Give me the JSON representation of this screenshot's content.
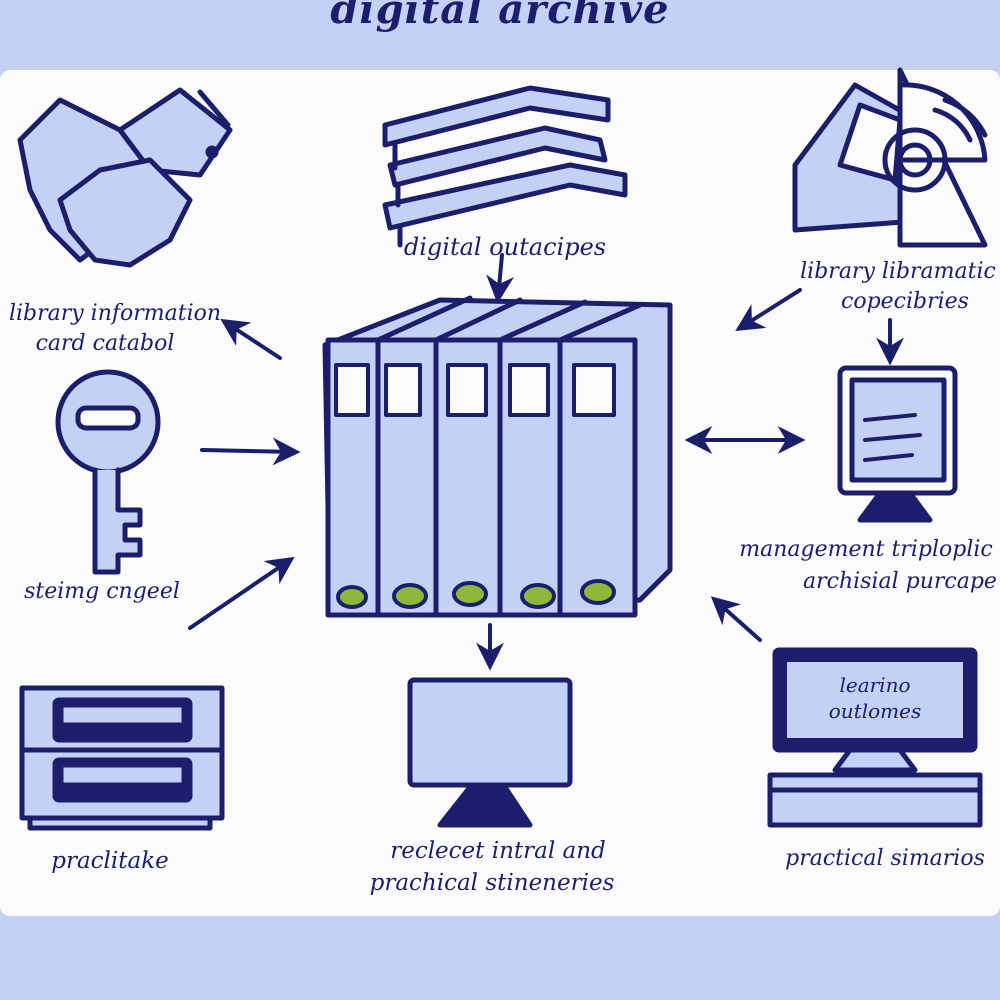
{
  "title": "digital archive",
  "colors": {
    "ink": "#1b1f6b",
    "fill": "#c4d0f5",
    "paper": "#fbfbfd",
    "accent": "#8db83a"
  },
  "labels": {
    "top_center": "digital outacipes",
    "top_left_1": "library information",
    "top_left_2": "card catabol",
    "top_right_1": "library libramatic",
    "top_right_2": "copecibries",
    "key": "steimg cngeel",
    "right_mid_1": "management triploplic",
    "right_mid_2": "archisial purcape",
    "screen_1": "learino",
    "screen_2": "outlomes",
    "bottom_left": "praclitake",
    "bottom_center_1": "reclecet intral and",
    "bottom_center_2": "prachical stineneries",
    "bottom_right": "practical simarios"
  },
  "icons": [
    "handshake-icon",
    "books-stack-icon",
    "folder-chart-icon",
    "key-icon",
    "binders-icon",
    "monitor-icon",
    "cabinet-icon",
    "computer-icon"
  ]
}
